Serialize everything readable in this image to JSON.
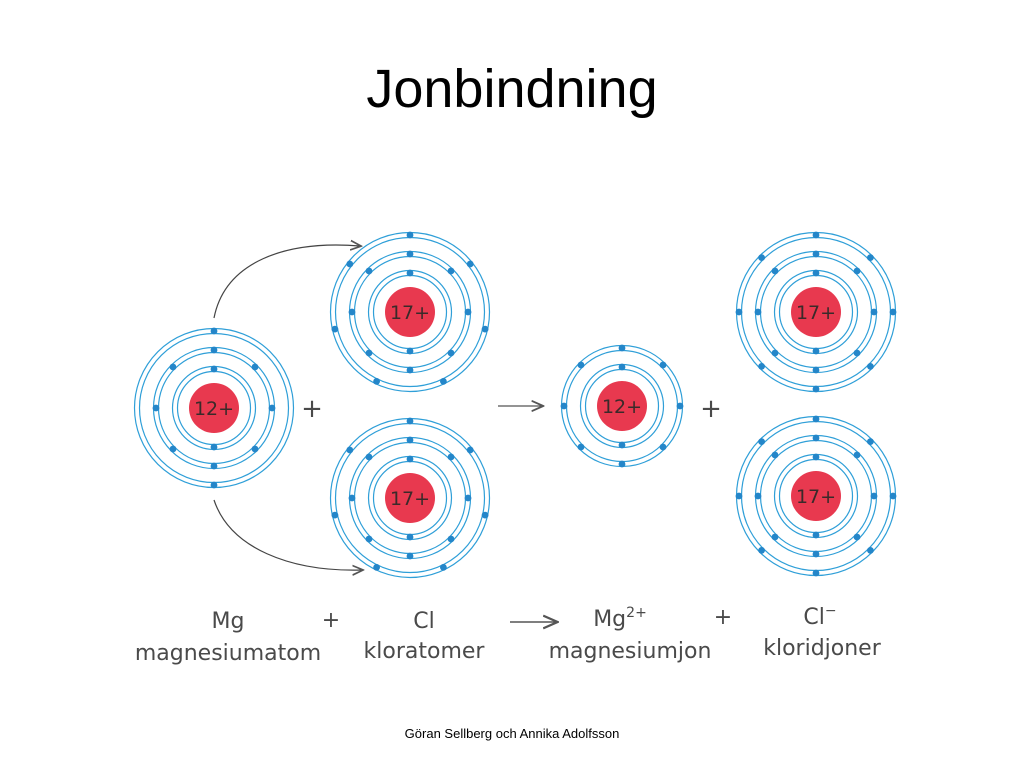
{
  "title": "Jonbindning",
  "footer": "Göran Sellberg och Annika Adolfsson",
  "colors": {
    "shell": "#2f9fd8",
    "electron": "#2486c9",
    "nucleus": "#e8394f",
    "text": "#4a4a4a"
  },
  "atoms": [
    {
      "id": "mg-atom",
      "charge": "12+",
      "shells": [
        2,
        8,
        2
      ]
    },
    {
      "id": "cl-atom-top",
      "charge": "17+",
      "shells": [
        2,
        8,
        7
      ]
    },
    {
      "id": "cl-atom-bottom",
      "charge": "17+",
      "shells": [
        2,
        8,
        7
      ]
    },
    {
      "id": "mg-ion",
      "charge": "12+",
      "shells": [
        2,
        8
      ]
    },
    {
      "id": "cl-ion-top",
      "charge": "17+",
      "shells": [
        2,
        8,
        8
      ]
    },
    {
      "id": "cl-ion-bottom",
      "charge": "17+",
      "shells": [
        2,
        8,
        8
      ]
    }
  ],
  "operators": {
    "plus": "+",
    "arrow": "→"
  },
  "equation": {
    "mg_symbol": "Mg",
    "mg_name": "magnesiumatom",
    "cl_symbol": "Cl",
    "cl_name": "kloratomer",
    "mg_ion_symbol": "Mg",
    "mg_ion_charge": "2+",
    "mg_ion_name": "magnesiumjon",
    "cl_ion_symbol": "Cl",
    "cl_ion_charge": "−",
    "cl_ion_name": "kloridjoner"
  }
}
